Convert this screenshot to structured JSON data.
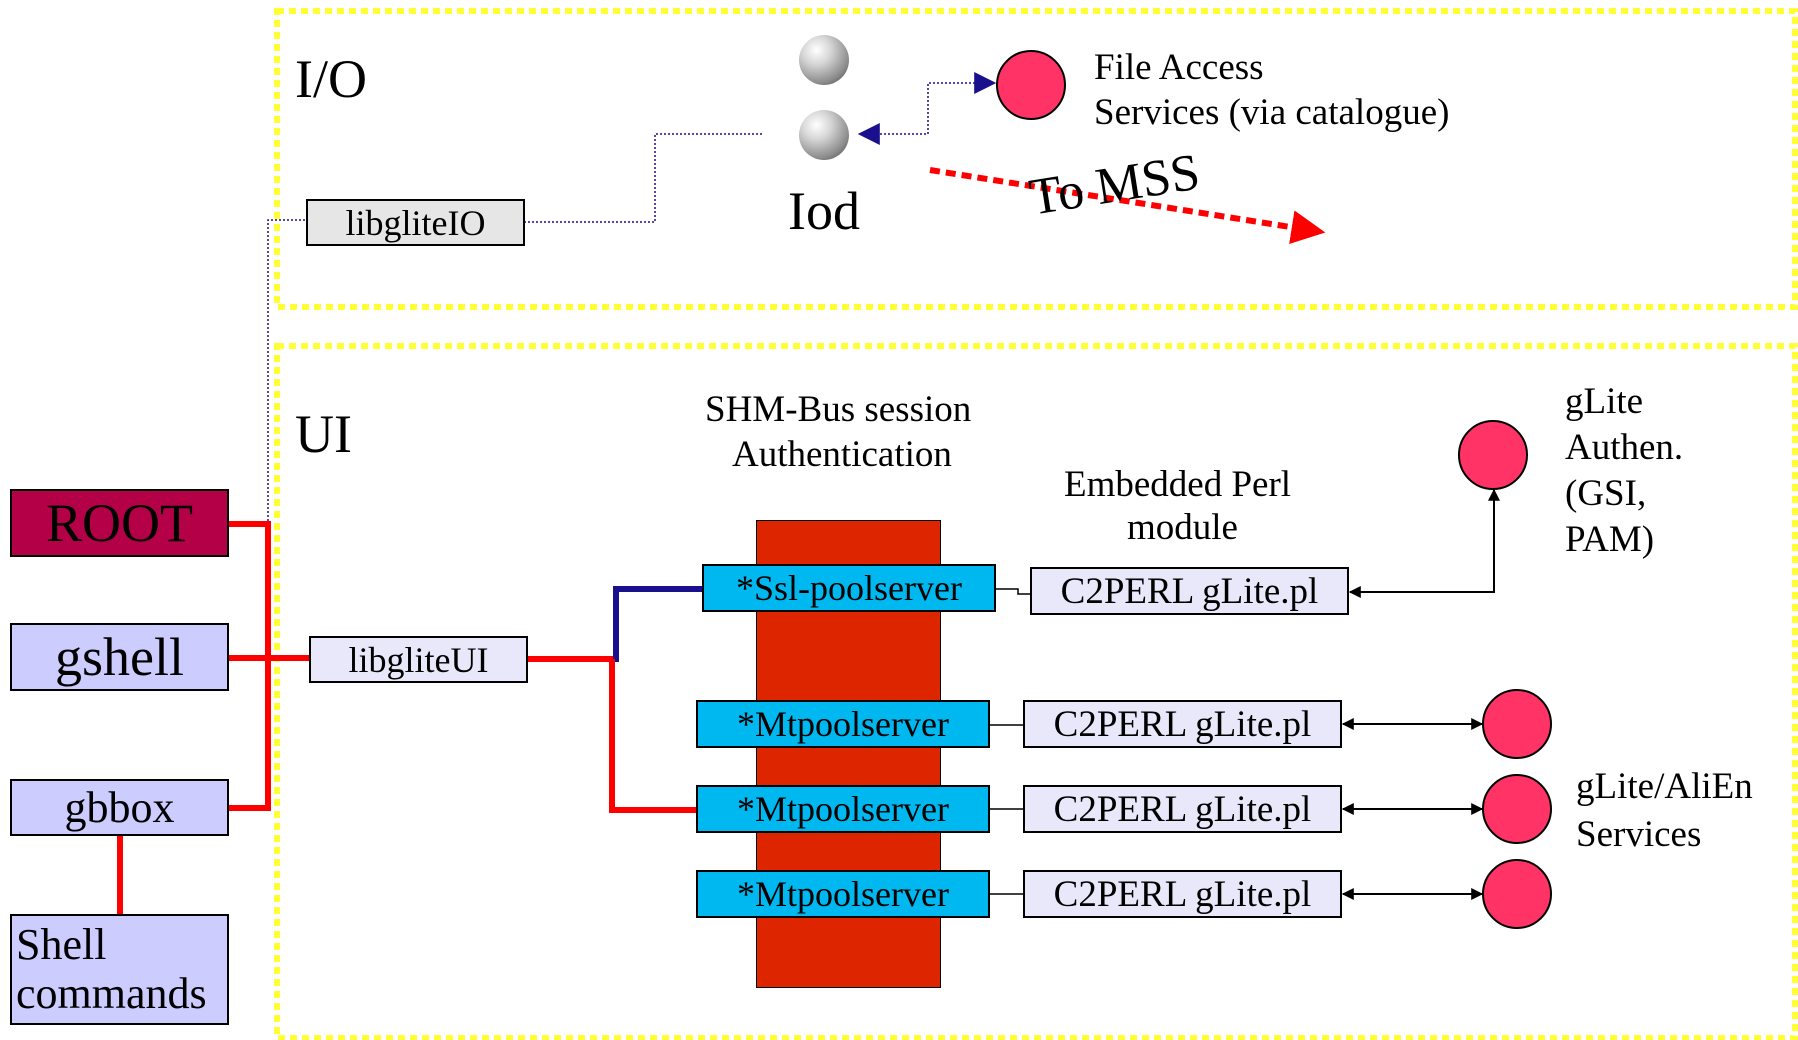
{
  "colors": {
    "panel_border": "#ffff33",
    "root_fill": "#b30047",
    "client_fill": "#ccccff",
    "server_fill": "#00b8f0",
    "bus_fill": "#dd2600",
    "node_fill": "#ff3366",
    "lib_io_fill": "#e6e6e6",
    "lib_ui_fill": "#e8e8fa",
    "perl_fill": "#e8e8fa",
    "red_link": "#ff0000",
    "blue_link": "#1a0f8c",
    "dotted_link": "#1a0f8c"
  },
  "panels": {
    "io": {
      "title": "I/O"
    },
    "ui": {
      "title": "UI"
    }
  },
  "io": {
    "lib": "libgliteIO",
    "daemon_label": "Iod",
    "file_access_line1": "File Access",
    "file_access_line2": "Services (via catalogue)",
    "mss_label": "To MSS"
  },
  "clients": {
    "root": "ROOT",
    "gshell": "gshell",
    "gbbox": "gbbox",
    "shell_line1": "Shell",
    "shell_line2": "commands"
  },
  "ui": {
    "lib": "libgliteUI",
    "bus_line1": "SHM-Bus session",
    "bus_line2": "Authentication",
    "perl_line1": "Embedded Perl",
    "perl_line2": "module",
    "servers": [
      "*Ssl-poolserver",
      "*Mtpoolserver",
      "*Mtpoolserver",
      "*Mtpoolserver"
    ],
    "perl_modules": [
      "C2PERL gLite.pl",
      "C2PERL gLite.pl",
      "C2PERL gLite.pl",
      "C2PERL gLite.pl"
    ],
    "auth_line1": "gLite",
    "auth_line2": "Authen.",
    "auth_line3": "(GSI,",
    "auth_line4": "PAM)",
    "services_line1": "gLite/AliEn",
    "services_line2": "Services"
  }
}
